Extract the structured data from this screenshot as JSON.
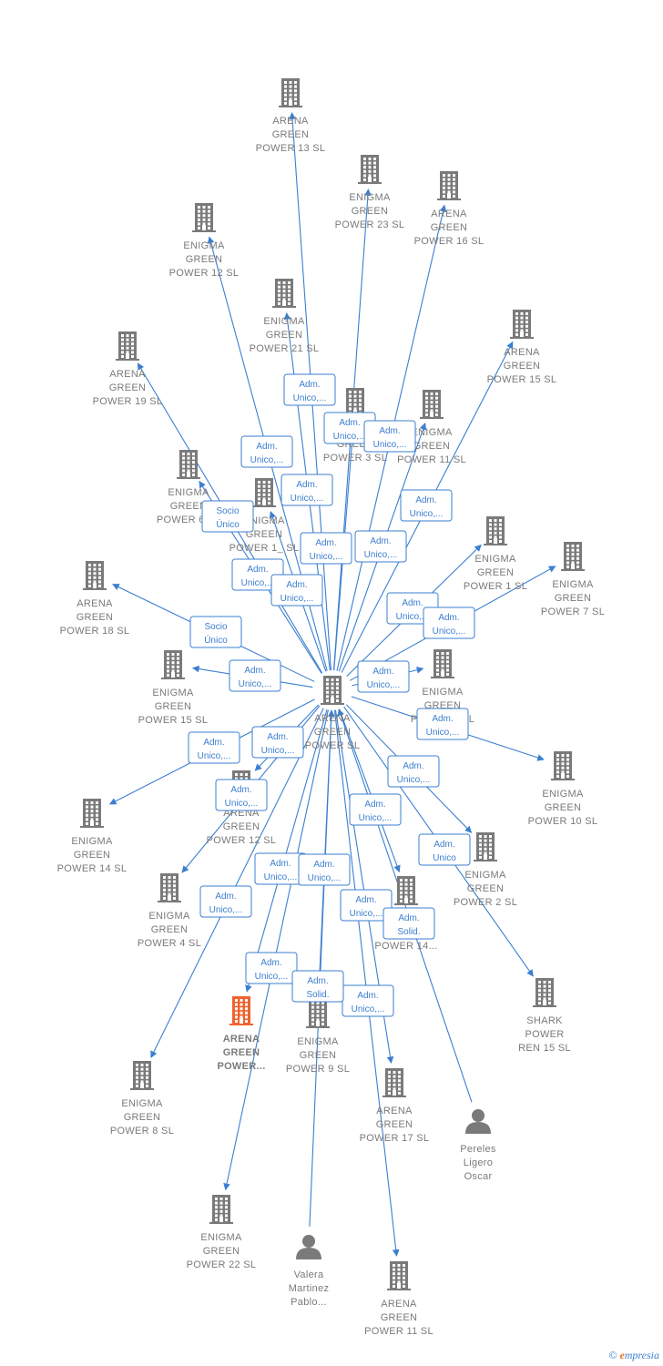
{
  "colors": {
    "node": "#7a7a7a",
    "highlight": "#f0622d",
    "edge": "#3b7fd0"
  },
  "footer": {
    "copyright": "©",
    "brand_initial": "e",
    "brand_rest": "mpresia"
  },
  "nodes": [
    {
      "id": "center",
      "lines": [
        "ARENA",
        "GREEN",
        "POWER  SL"
      ],
      "icon": "building-icon"
    },
    {
      "id": "n13",
      "lines": [
        "ARENA",
        "GREEN",
        "POWER 13  SL"
      ],
      "icon": "building-icon"
    },
    {
      "id": "n23",
      "lines": [
        "ENIGMA",
        "GREEN",
        "POWER 23  SL"
      ],
      "icon": "building-icon"
    },
    {
      "id": "n16",
      "lines": [
        "ARENA",
        "GREEN",
        "POWER 16  SL"
      ],
      "icon": "building-icon"
    },
    {
      "id": "n12e",
      "lines": [
        "ENIGMA",
        "GREEN",
        "POWER 12  SL"
      ],
      "icon": "building-icon"
    },
    {
      "id": "n21",
      "lines": [
        "ENIGMA",
        "GREEN",
        "POWER 21  SL"
      ],
      "icon": "building-icon"
    },
    {
      "id": "n15a",
      "lines": [
        "ARENA",
        "GREEN",
        "POWER 15  SL"
      ],
      "icon": "building-icon"
    },
    {
      "id": "n19",
      "lines": [
        "ARENA",
        "GREEN",
        "POWER 19  SL"
      ],
      "icon": "building-icon"
    },
    {
      "id": "n3",
      "lines": [
        "ENIGMA",
        "GREEN",
        "POWER 3  SL"
      ],
      "icon": "building-icon"
    },
    {
      "id": "n11e",
      "lines": [
        "ENIGMA",
        "GREEN",
        "POWER 11  SL"
      ],
      "icon": "building-icon"
    },
    {
      "id": "n6",
      "lines": [
        "ENIGMA",
        "GREEN",
        "POWER 6  SL"
      ],
      "icon": "building-icon"
    },
    {
      "id": "nx",
      "lines": [
        "ENIGMA",
        "GREEN",
        "POWER 1_ SL"
      ],
      "icon": "building-icon"
    },
    {
      "id": "n1",
      "lines": [
        "ENIGMA",
        "GREEN",
        "POWER 1  SL"
      ],
      "icon": "building-icon"
    },
    {
      "id": "n7",
      "lines": [
        "ENIGMA",
        "GREEN",
        "POWER 7  SL"
      ],
      "icon": "building-icon"
    },
    {
      "id": "n18",
      "lines": [
        "ARENA",
        "GREEN",
        "POWER 18  SL"
      ],
      "icon": "building-icon"
    },
    {
      "id": "n15e",
      "lines": [
        "ENIGMA",
        "GREEN",
        "POWER 15  SL"
      ],
      "icon": "building-icon"
    },
    {
      "id": "n5",
      "lines": [
        "ENIGMA",
        "GREEN",
        "POWER 5  SL"
      ],
      "icon": "building-icon"
    },
    {
      "id": "n10",
      "lines": [
        "ENIGMA",
        "GREEN",
        "POWER 10  SL"
      ],
      "icon": "building-icon"
    },
    {
      "id": "n14e",
      "lines": [
        "ENIGMA",
        "GREEN",
        "POWER 14  SL"
      ],
      "icon": "building-icon"
    },
    {
      "id": "n12a",
      "lines": [
        "ARENA",
        "GREEN",
        "POWER 12  SL"
      ],
      "icon": "building-icon"
    },
    {
      "id": "n2",
      "lines": [
        "ENIGMA",
        "GREEN",
        "POWER 2  SL"
      ],
      "icon": "building-icon"
    },
    {
      "id": "n4",
      "lines": [
        "ENIGMA",
        "GREEN",
        "POWER 4  SL"
      ],
      "icon": "building-icon"
    },
    {
      "id": "n14a",
      "lines": [
        "ARENA",
        "GREEN",
        "POWER 14..."
      ],
      "icon": "building-icon"
    },
    {
      "id": "hl",
      "lines": [
        "ARENA",
        "GREEN",
        "POWER..."
      ],
      "icon": "building-icon",
      "highlight": true
    },
    {
      "id": "n9",
      "lines": [
        "ENIGMA",
        "GREEN",
        "POWER 9  SL"
      ],
      "icon": "building-icon"
    },
    {
      "id": "shark",
      "lines": [
        "SHARK",
        "POWER",
        "REN 15  SL"
      ],
      "icon": "building-icon"
    },
    {
      "id": "n8",
      "lines": [
        "ENIGMA",
        "GREEN",
        "POWER 8  SL"
      ],
      "icon": "building-icon"
    },
    {
      "id": "n17",
      "lines": [
        "ARENA",
        "GREEN",
        "POWER 17  SL"
      ],
      "icon": "building-icon"
    },
    {
      "id": "pereles",
      "lines": [
        "Pereles",
        "Ligero",
        "Oscar"
      ],
      "icon": "person-icon"
    },
    {
      "id": "n22",
      "lines": [
        "ENIGMA",
        "GREEN",
        "POWER 22  SL"
      ],
      "icon": "building-icon"
    },
    {
      "id": "valera",
      "lines": [
        "Valera",
        "Martinez",
        "Pablo..."
      ],
      "icon": "person-icon"
    },
    {
      "id": "n11a",
      "lines": [
        "ARENA",
        "GREEN",
        "POWER 11  SL"
      ],
      "icon": "building-icon"
    }
  ],
  "edges": [
    {
      "to": "n13",
      "label": [
        "Adm.",
        "Unico,..."
      ]
    },
    {
      "to": "n23",
      "label": [
        "Adm.",
        "Unico,..."
      ]
    },
    {
      "to": "n16",
      "label": [
        "Adm.",
        "Unico,..."
      ]
    },
    {
      "to": "n12e",
      "label": [
        "Adm.",
        "Unico,..."
      ]
    },
    {
      "to": "n21",
      "label": [
        "Adm.",
        "Unico,..."
      ]
    },
    {
      "to": "n15a",
      "label": [
        "Adm.",
        "Unico,..."
      ]
    },
    {
      "to": "n19",
      "label": [
        "Socio",
        "Único"
      ]
    },
    {
      "to": "n3",
      "label": [
        "Adm.",
        "Unico,..."
      ]
    },
    {
      "to": "n11e",
      "label": [
        "Adm.",
        "Unico,..."
      ]
    },
    {
      "to": "n6",
      "label": [
        "Adm.",
        "Unico,..."
      ]
    },
    {
      "to": "nx",
      "label": [
        "Adm.",
        "Unico,..."
      ]
    },
    {
      "to": "n1",
      "label": [
        "Adm.",
        "Unico,..."
      ]
    },
    {
      "to": "n7",
      "label": [
        "Adm.",
        "Unico,..."
      ]
    },
    {
      "to": "n18",
      "label": [
        "Socio",
        "Único"
      ]
    },
    {
      "to": "n15e",
      "label": [
        "Adm.",
        "Unico,..."
      ]
    },
    {
      "to": "n5",
      "label": [
        "Adm.",
        "Unico,..."
      ]
    },
    {
      "to": "n10",
      "label": [
        "Adm.",
        "Unico,..."
      ]
    },
    {
      "to": "n14e",
      "label": [
        "Adm.",
        "Unico,..."
      ]
    },
    {
      "to": "n12a",
      "label": [
        "Adm.",
        "Unico,..."
      ]
    },
    {
      "to": "n2",
      "label": [
        "Adm.",
        "Unico,..."
      ]
    },
    {
      "to": "n4",
      "label": [
        "Adm.",
        "Unico,..."
      ]
    },
    {
      "to": "n14a",
      "label": [
        "Adm.",
        "Unico,..."
      ]
    },
    {
      "to": "hl",
      "label": [
        "Adm.",
        "Unico,..."
      ]
    },
    {
      "to": "n9",
      "label": [
        "Adm.",
        "Unico,..."
      ]
    },
    {
      "to": "shark",
      "label": [
        "Adm.",
        "Unico"
      ]
    },
    {
      "to": "n8",
      "label": [
        "Adm.",
        "Unico,..."
      ]
    },
    {
      "to": "n17",
      "label": [
        "Adm.",
        "Unico,..."
      ]
    },
    {
      "to": "n22",
      "label": [
        "Adm.",
        "Unico,..."
      ]
    },
    {
      "to": "n11a",
      "label": [
        "Adm.",
        "Unico,..."
      ]
    },
    {
      "from": "pereles",
      "label": [
        "Adm.",
        "Solid."
      ]
    },
    {
      "from": "valera",
      "label": [
        "Adm.",
        "Solid."
      ]
    }
  ]
}
